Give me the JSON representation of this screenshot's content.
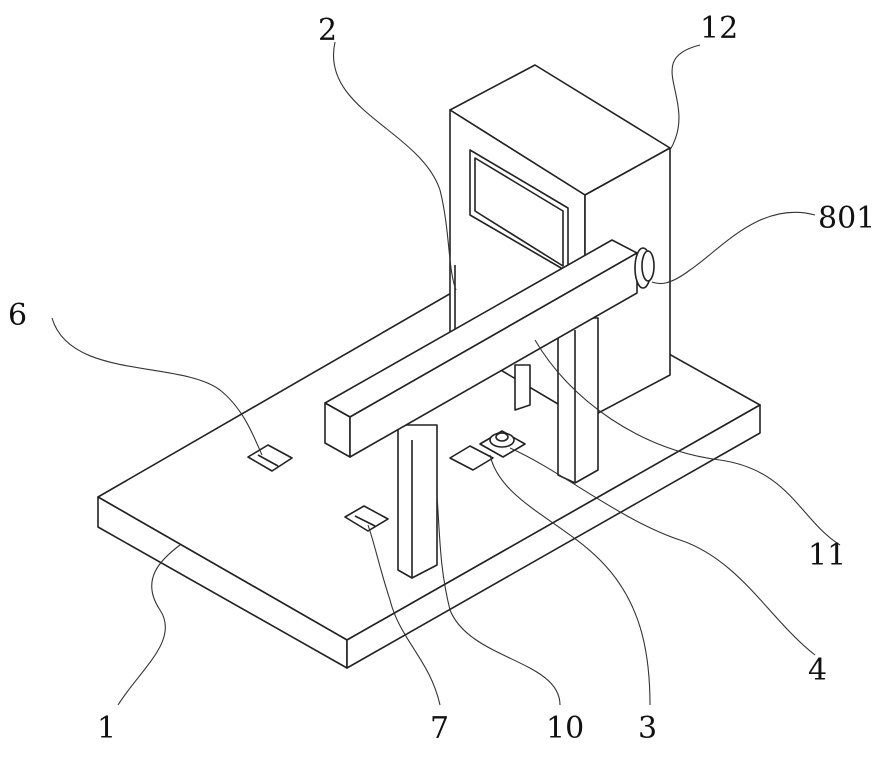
{
  "figure": {
    "labels": {
      "base_plate": "1",
      "part_2": "2",
      "part_3": "3",
      "part_4": "4",
      "part_6": "6",
      "part_7": "7",
      "post": "10",
      "beam": "11",
      "housing": "12",
      "part_801": "801"
    }
  }
}
